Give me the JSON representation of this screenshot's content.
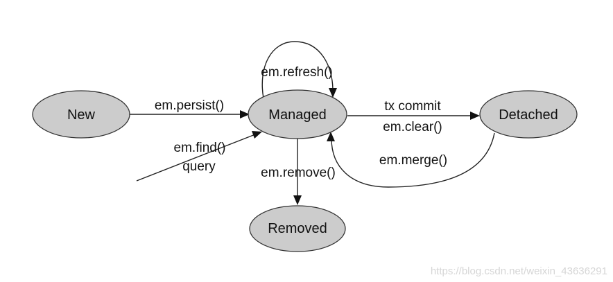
{
  "states": {
    "new": "New",
    "managed": "Managed",
    "detached": "Detached",
    "removed": "Removed"
  },
  "transitions": {
    "persist": "em.persist()",
    "refresh": "em.refresh()",
    "find": "em.find()",
    "query": "query",
    "tx_commit": "tx commit",
    "clear": "em.clear()",
    "merge": "em.merge()",
    "remove": "em.remove()"
  },
  "watermark": "https://blog.csdn.net/weixin_43636291",
  "colors": {
    "node_fill": "#cccccc",
    "node_stroke": "#333333",
    "line": "#222222"
  }
}
